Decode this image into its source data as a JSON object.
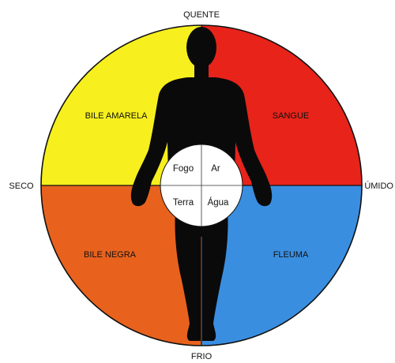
{
  "axes": {
    "top": "QUENTE",
    "bottom": "FRIO",
    "left": "SECO",
    "right": "ÚMIDO"
  },
  "humors": {
    "top_left": {
      "label": "BILE AMARELA",
      "color": "#f7f01e"
    },
    "top_right": {
      "label": "SANGUE",
      "color": "#e8231a"
    },
    "bottom_left": {
      "label": "BILE NEGRA",
      "color": "#e8621e"
    },
    "bottom_right": {
      "label": "FLEUMA",
      "color": "#3a8ee0"
    }
  },
  "elements": {
    "top_left": "Fogo",
    "top_right": "Ar",
    "bottom_left": "Terra",
    "bottom_right": "Água"
  },
  "colors": {
    "outline": "#111111",
    "figure": "#0a0a0a",
    "center_circle": "#ffffff"
  }
}
